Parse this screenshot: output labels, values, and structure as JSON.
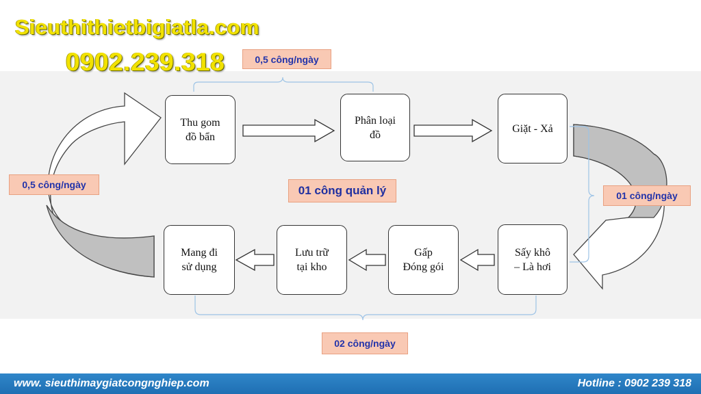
{
  "header": {
    "site_name": "Sieuthithietbigiatla.com",
    "phone": "0902.239.318"
  },
  "process_steps": [
    {
      "label": "Thu gom\nđồ bẩn"
    },
    {
      "label": "Phân loại\nđồ"
    },
    {
      "label": "Giặt - Xả"
    },
    {
      "label": "Sấy khô\n– Là hơi"
    },
    {
      "label": "Gấp\nĐóng gói"
    },
    {
      "label": "Lưu trữ\ntại kho"
    },
    {
      "label": "Mang đi\nsử dụng"
    }
  ],
  "labor_labels": {
    "collect_sort": "0,5 công/ngày",
    "return_loop": "0,5 công/ngày",
    "wash_dry": "01 công/ngày",
    "finishing": "02 công/ngày",
    "management": "01 công quản lý"
  },
  "colors": {
    "brand_yellow": "#f2e200",
    "label_fill": "#f9c9b4",
    "label_text": "#2233aa",
    "bracket_blue": "#9dc3e6",
    "curved_arrow_gray": "#c0c0c0",
    "footer_blue": "#2a7fc4"
  },
  "footer": {
    "website": "www. sieuthimaygiatcongnghiep.com",
    "hotline": "Hotline : 0902 239 318"
  }
}
